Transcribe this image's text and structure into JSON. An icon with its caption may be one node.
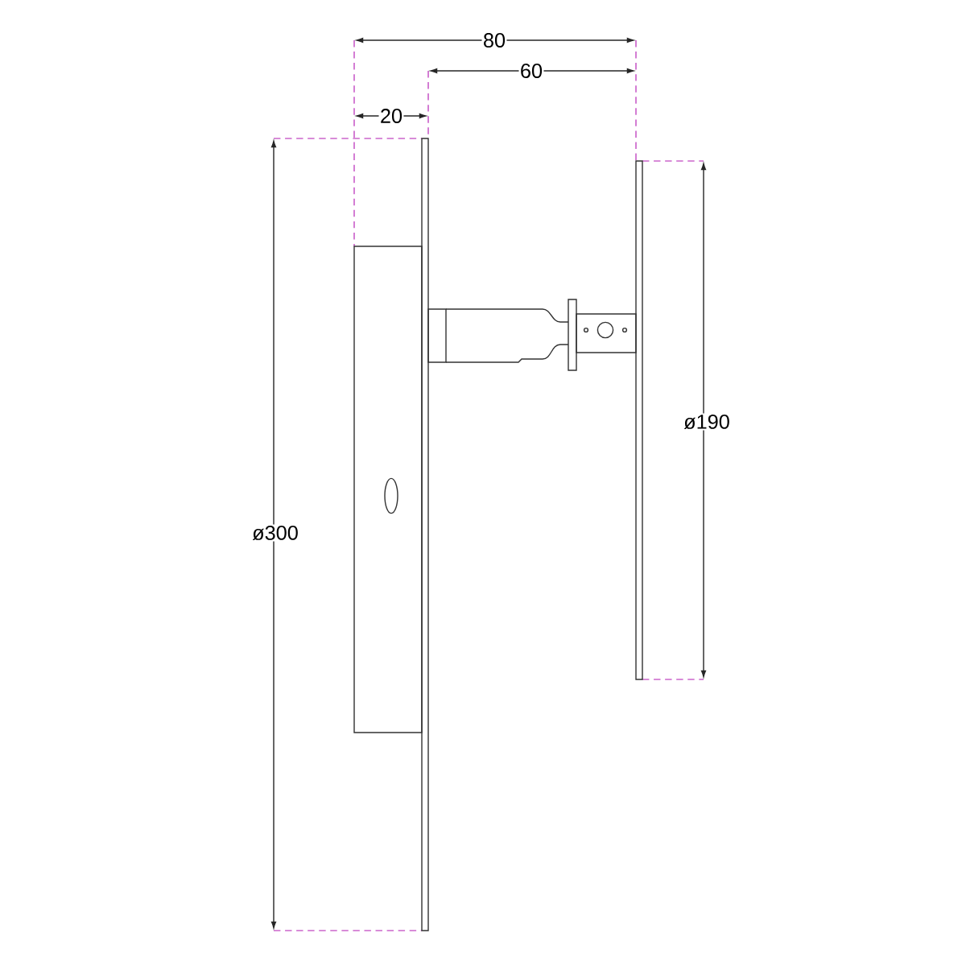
{
  "diagram": {
    "labels": [
      "80",
      "60",
      "20",
      "ø300",
      "ø190"
    ]
  }
}
